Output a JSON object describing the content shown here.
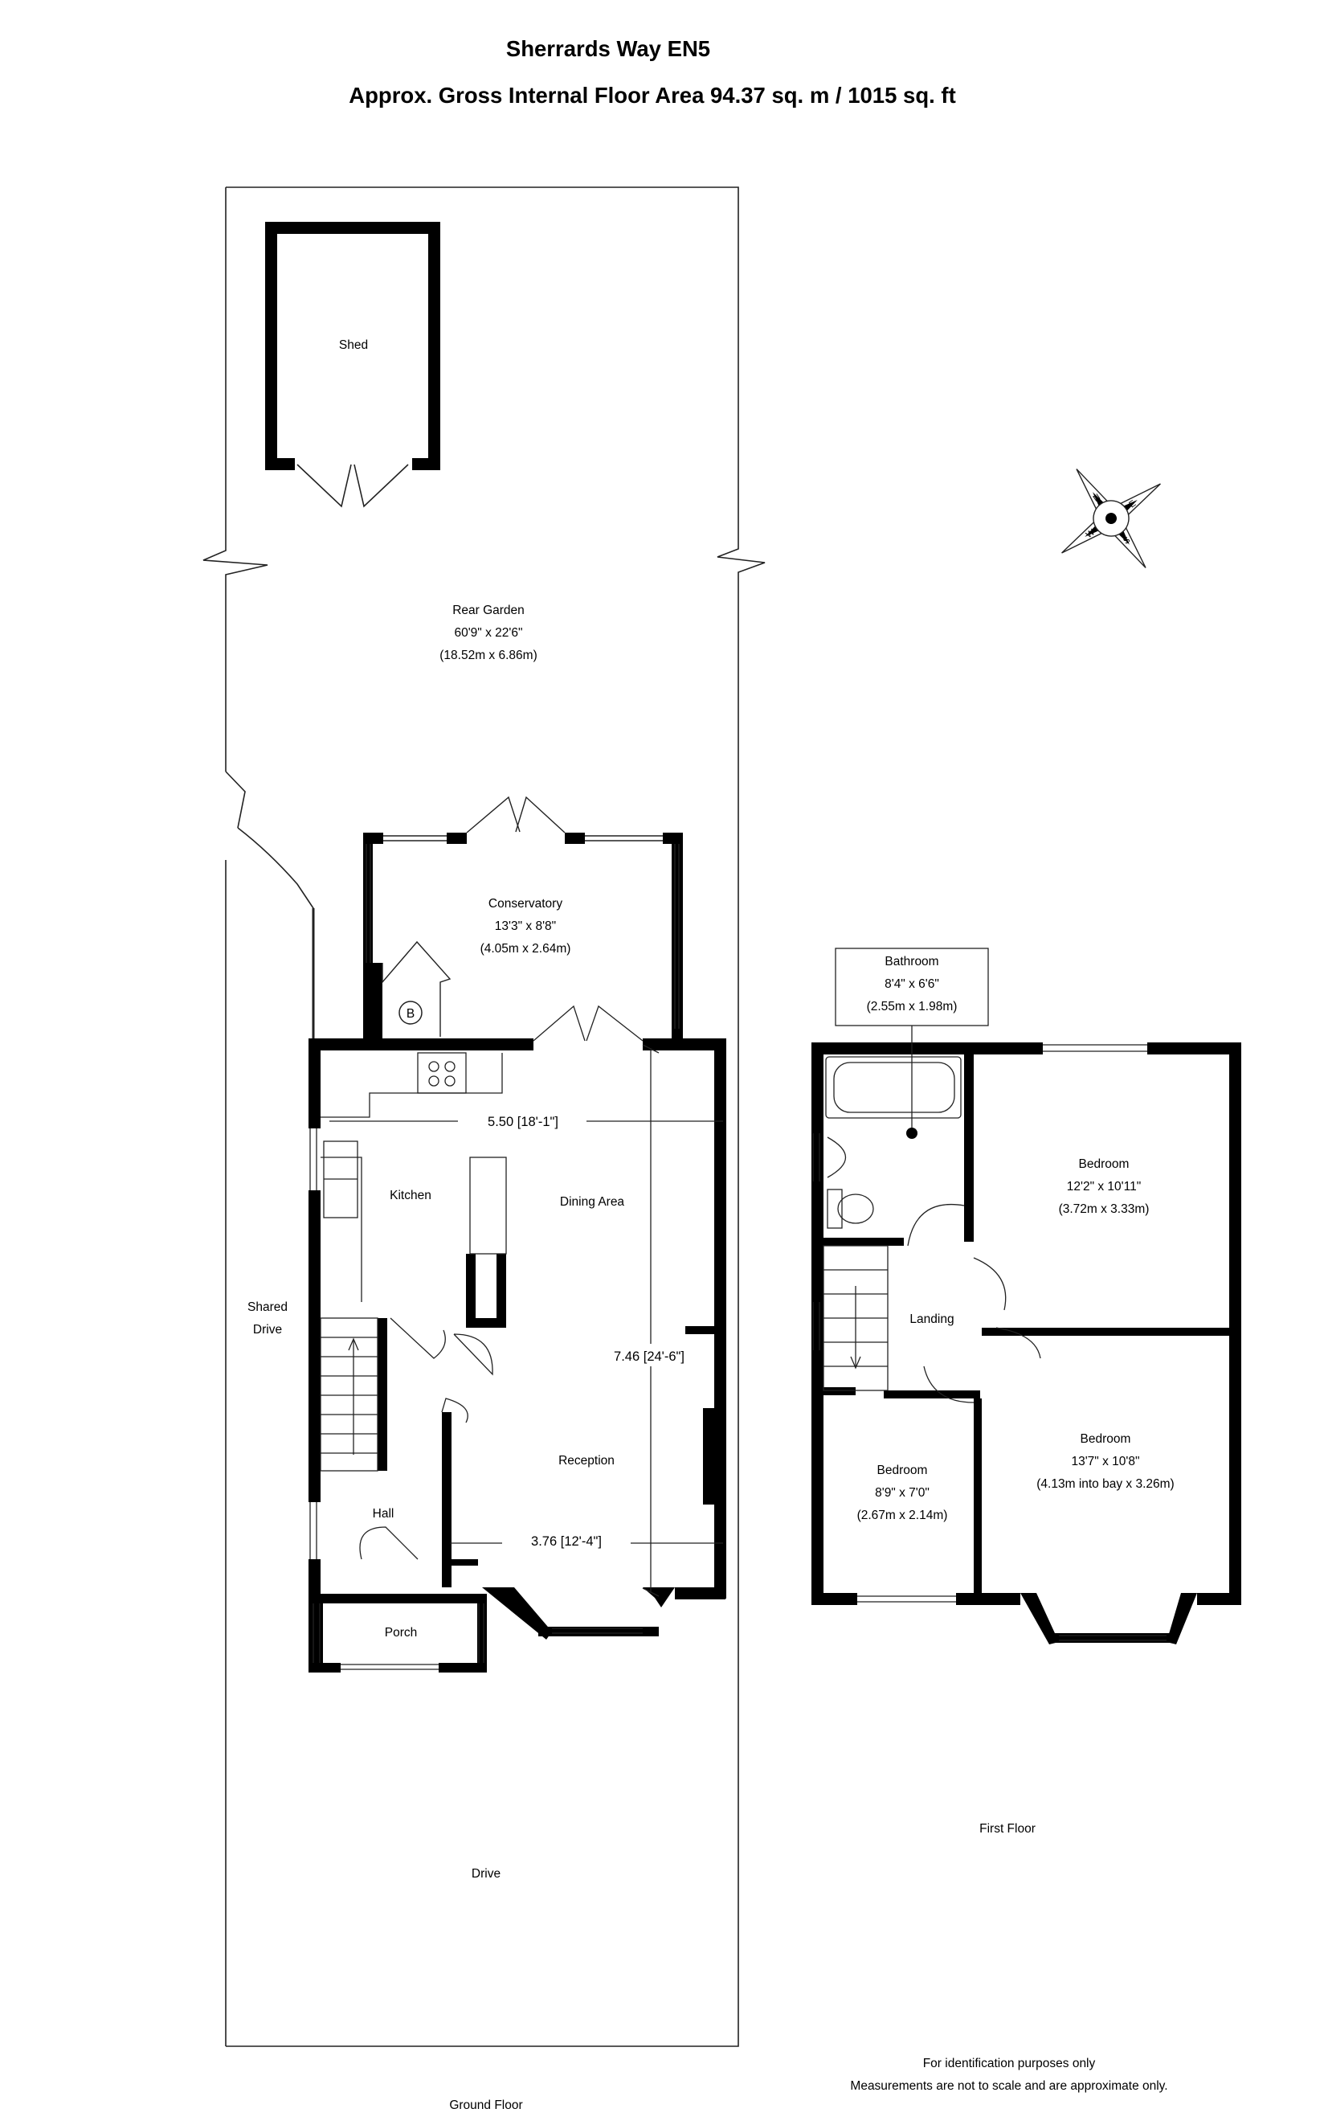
{
  "title": {
    "line1": "Sherrards Way EN5",
    "line2": "Approx. Gross Internal Floor Area 94.37 sq. m / 1015 sq. ft"
  },
  "ground_floor": {
    "label": "Ground Floor",
    "shed": "Shed",
    "rear_garden": {
      "name": "Rear Garden",
      "imperial": "60'9\" x 22'6\"",
      "metric": "(18.52m x 6.86m)"
    },
    "conservatory": {
      "name": "Conservatory",
      "imperial": "13'3\" x 8'8\"",
      "metric": "(4.05m x 2.64m)"
    },
    "boiler": "B",
    "kitchen": "Kitchen",
    "dining_area": "Dining Area",
    "reception": "Reception",
    "hall": "Hall",
    "porch": "Porch",
    "shared_drive_line1": "Shared",
    "shared_drive_line2": "Drive",
    "drive": "Drive",
    "dim_width_overall": "5.50 [18'-1\"]",
    "dim_length": "7.46 [24'-6\"]",
    "dim_reception_width": "3.76 [12'-4\"]"
  },
  "first_floor": {
    "label": "First Floor",
    "bathroom": {
      "name": "Bathroom",
      "imperial": "8'4\" x 6'6\"",
      "metric": "(2.55m x 1.98m)"
    },
    "bedroom_rear": {
      "name": "Bedroom",
      "imperial": "12'2\" x 10'11\"",
      "metric": "(3.72m x 3.33m)"
    },
    "landing": "Landing",
    "bedroom_small": {
      "name": "Bedroom",
      "imperial": "8'9\" x 7'0\"",
      "metric": "(2.67m x 2.14m)"
    },
    "bedroom_front": {
      "name": "Bedroom",
      "imperial": "13'7\" x 10'8\"",
      "metric": "(4.13m into bay x 3.26m)"
    }
  },
  "compass": {
    "n": "N",
    "e": "E",
    "s": "S",
    "w": "W"
  },
  "disclaimer": {
    "line1": "For identification purposes only",
    "line2": "Measurements are not to scale and are approximate only."
  },
  "colors": {
    "wall": "#000000",
    "line": "#222222",
    "background": "#ffffff"
  }
}
